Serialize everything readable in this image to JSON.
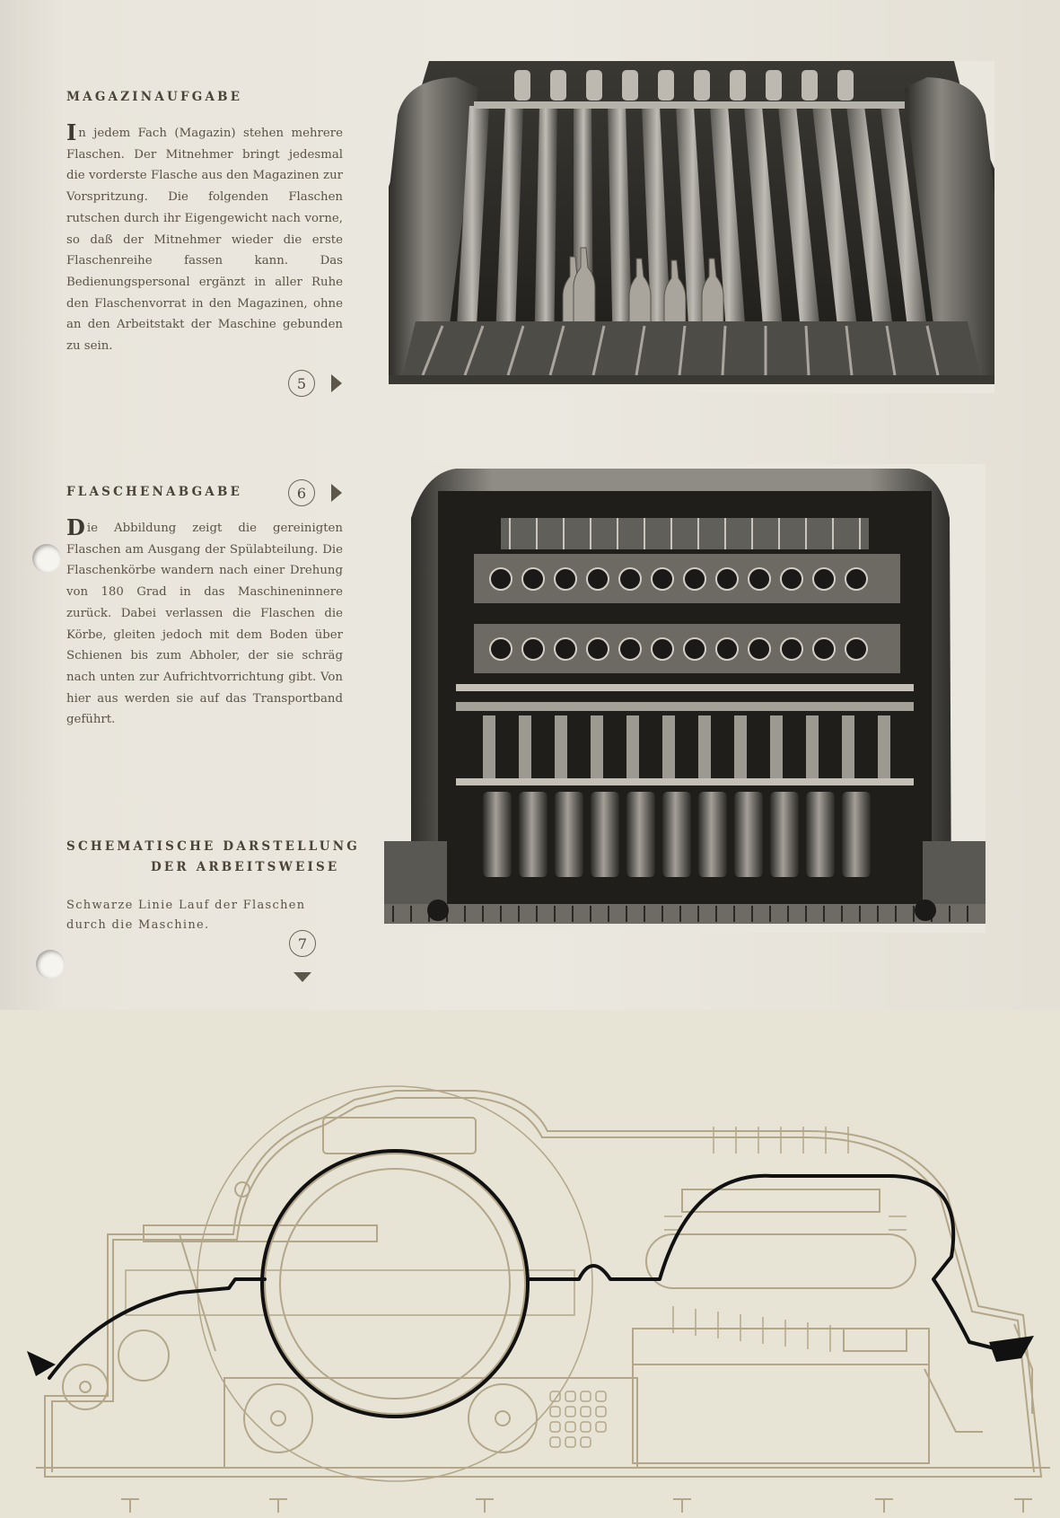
{
  "sections": [
    {
      "id": "magazin",
      "heading": "MAGAZINAUFGABE",
      "drop_letter": "I",
      "text": "n jedem Fach (Magazin) stehen mehrere Flaschen. Der Mitnehmer bringt jedesmal die vorderste Flasche aus den Magazinen zur Vorspritzung. Die folgenden Flaschen rutschen durch ihr Eigengewicht nach vorne, so daß der Mitnehmer wieder die erste Flaschenreihe fassen kann. Das Bedienungspersonal ergänzt in aller Ruhe den Flaschenvorrat in den Magazinen, ohne an den Arbeitstakt der Maschine gebunden zu sein.",
      "figure_number": "5"
    },
    {
      "id": "flaschenabgabe",
      "heading": "FLASCHENABGABE",
      "drop_letter": "D",
      "text": "ie Abbildung zeigt die gereinigten Flaschen am Ausgang der Spülabteilung. Die Flaschenkörbe wandern nach einer Drehung von 180 Grad in das Maschineninnere zurück. Dabei verlassen die Flaschen die Körbe, gleiten jedoch mit dem Boden über Schienen bis zum Abholer, der sie schräg nach unten zur Aufrichtvorrichtung gibt. Von hier aus werden sie auf das Transportband geführt.",
      "figure_number": "6"
    },
    {
      "id": "schema",
      "heading_line1": "SCHEMATISCHE DARSTELLUNG",
      "heading_line2": "DER ARBEITSWEISE",
      "caption": "Schwarze Linie   Lauf der Flaschen durch die Maschine.",
      "figure_number": "7"
    }
  ],
  "colors": {
    "paper": "#ebe8e0",
    "schematic_bg": "#e7e4d6",
    "schematic_lines": "#b3a689",
    "bottle_path": "#111111",
    "text": "#5a5245"
  }
}
